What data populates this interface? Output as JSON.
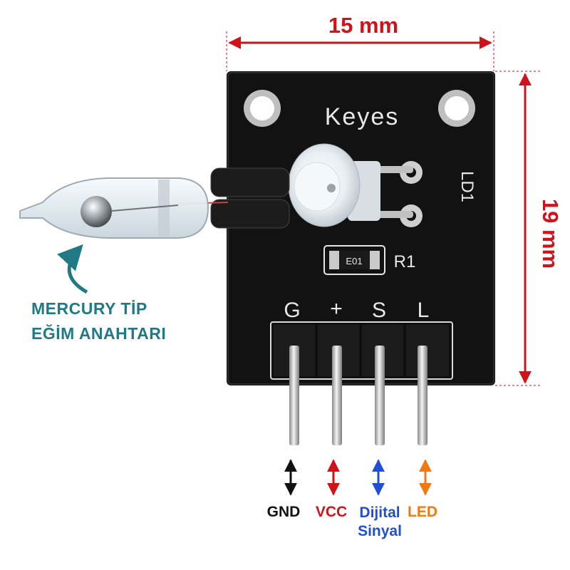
{
  "dimensions": {
    "width": "15 mm",
    "height": "19 mm"
  },
  "board": {
    "brand": "Keyes",
    "led_label": "LD1",
    "resistor_label": "R1",
    "resistor_code": "E01",
    "pin_silk": [
      "G",
      "+",
      "S",
      "L"
    ]
  },
  "annotation": {
    "line1": "MERCURY TİP",
    "line2": "EĞİM ANAHTARI"
  },
  "pins": [
    {
      "label": "GND",
      "color": "#111111"
    },
    {
      "label": "VCC",
      "color": "#d0121b"
    },
    {
      "label": "Dijital Sinyal",
      "line1": "Dijital",
      "line2": "Sinyal",
      "color": "#1f4fd6"
    },
    {
      "label": "LED",
      "color": "#f07a10"
    }
  ],
  "colors": {
    "dimension": "#d0121b",
    "annotation": "#1f7a86",
    "pcb": "#121212"
  }
}
